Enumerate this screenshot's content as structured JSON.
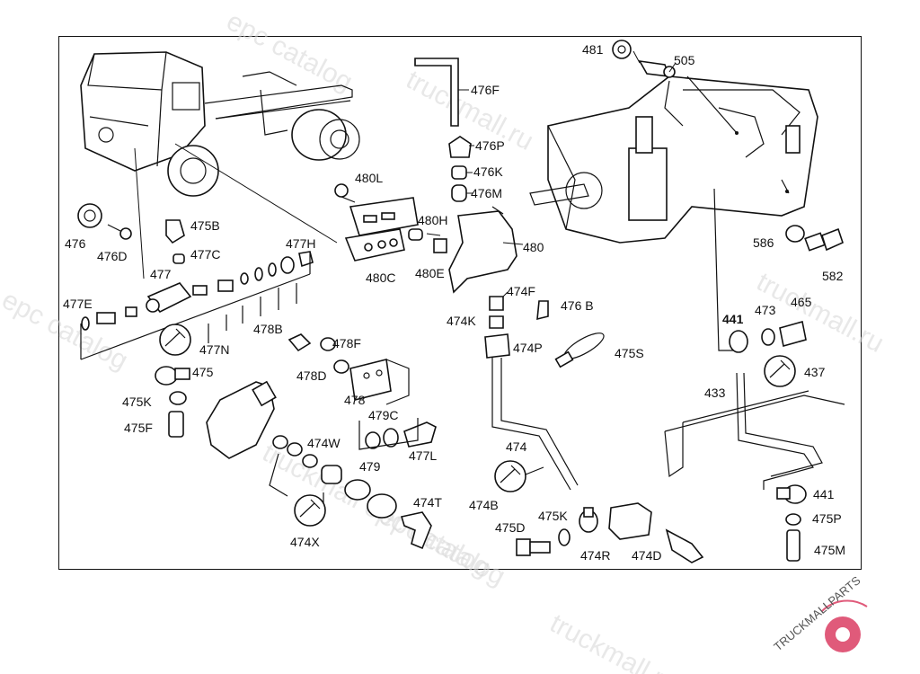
{
  "callouts": {
    "c481": "481",
    "c505": "505",
    "c476F": "476F",
    "c476P": "476P",
    "c476K": "476K",
    "c476M": "476M",
    "c480L": "480L",
    "c480H": "480H",
    "c480": "480",
    "c480C": "480C",
    "c480E": "480E",
    "c476": "476",
    "c476D": "476D",
    "c475B": "475B",
    "c477C": "477C",
    "c477H": "477H",
    "c477": "477",
    "c477E": "477E",
    "c477N": "477N",
    "c478B": "478B",
    "c478F": "478F",
    "c478D": "478D",
    "c478": "478",
    "c475": "475",
    "c475K_left": "475K",
    "c475F": "475F",
    "c479C": "479C",
    "c474W": "474W",
    "c479": "479",
    "c477L": "477L",
    "c474X": "474X",
    "c474T": "474T",
    "c474F": "474F",
    "c476B": "476 B",
    "c474K": "474K",
    "c474P": "474P",
    "c475S": "475S",
    "c474": "474",
    "c474B": "474B",
    "c475D": "475D",
    "c475K_right": "475K",
    "c474R": "474R",
    "c474D": "474D",
    "c586": "586",
    "c582": "582",
    "c441_top": "441",
    "c473": "473",
    "c465": "465",
    "c437": "437",
    "c433": "433",
    "c441_bottom": "441",
    "c475P": "475P",
    "c475M": "475M"
  },
  "watermark": {
    "text_catalog": "epc catalog",
    "text_site": "truckmall.ru",
    "text_catalog2": "truckmall epc catalog"
  },
  "logo": {
    "text": "TRUCKMALLPARTS",
    "brand_color": "#e05a7a"
  }
}
